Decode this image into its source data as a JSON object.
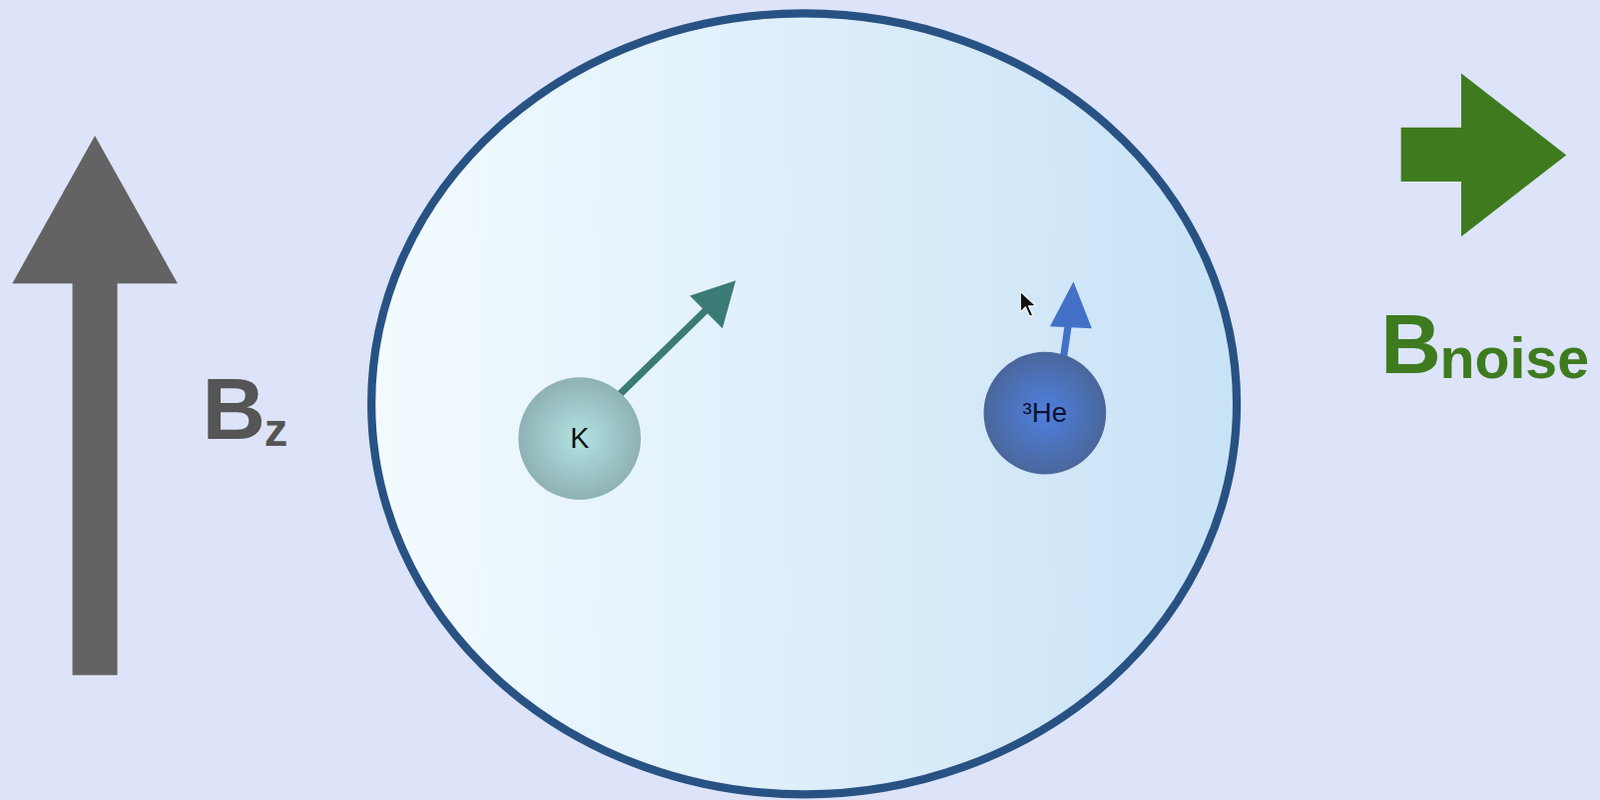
{
  "diagram": {
    "nodes": [
      {
        "text": [
          "K"
        ]
      },
      {
        "text": [
          "³He"
        ]
      }
    ],
    "labels": [
      "B",
      "z",
      "B",
      "noise"
    ]
  }
}
